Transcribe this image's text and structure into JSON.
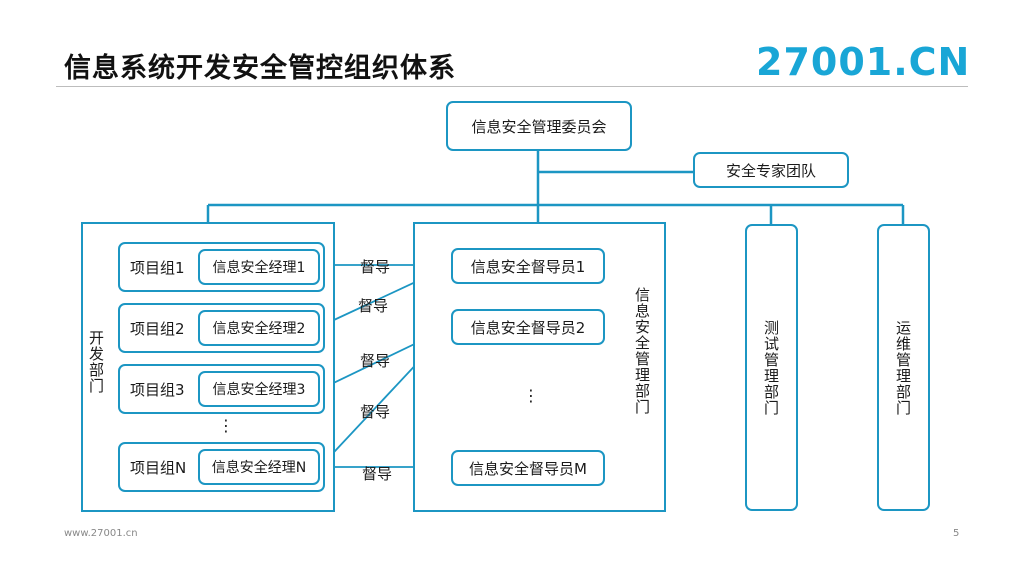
{
  "header": {
    "title": "信息系统开发安全管控组织体系",
    "logo": "27001.CN"
  },
  "diagram": {
    "committee": "信息安全管理委员会",
    "experts": "安全专家团队",
    "dev_dept": "开发部门",
    "sec_dept": "信息安全管理部门",
    "test_dept": "测试管理部门",
    "ops_dept": "运维管理部门",
    "project_groups": [
      {
        "group": "项目组1",
        "manager": "信息安全经理1"
      },
      {
        "group": "项目组2",
        "manager": "信息安全经理2"
      },
      {
        "group": "项目组3",
        "manager": "信息安全经理3"
      },
      {
        "group": "项目组N",
        "manager": "信息安全经理N"
      }
    ],
    "supervisors": [
      "信息安全督导员1",
      "信息安全督导员2",
      "信息安全督导员M"
    ],
    "ellipsis": "⋮",
    "supervise_label": "督导"
  },
  "colors": {
    "line": "#1c96c3",
    "logo": "#19a6d6"
  },
  "footer": {
    "url": "www.27001.cn",
    "page": "5"
  }
}
